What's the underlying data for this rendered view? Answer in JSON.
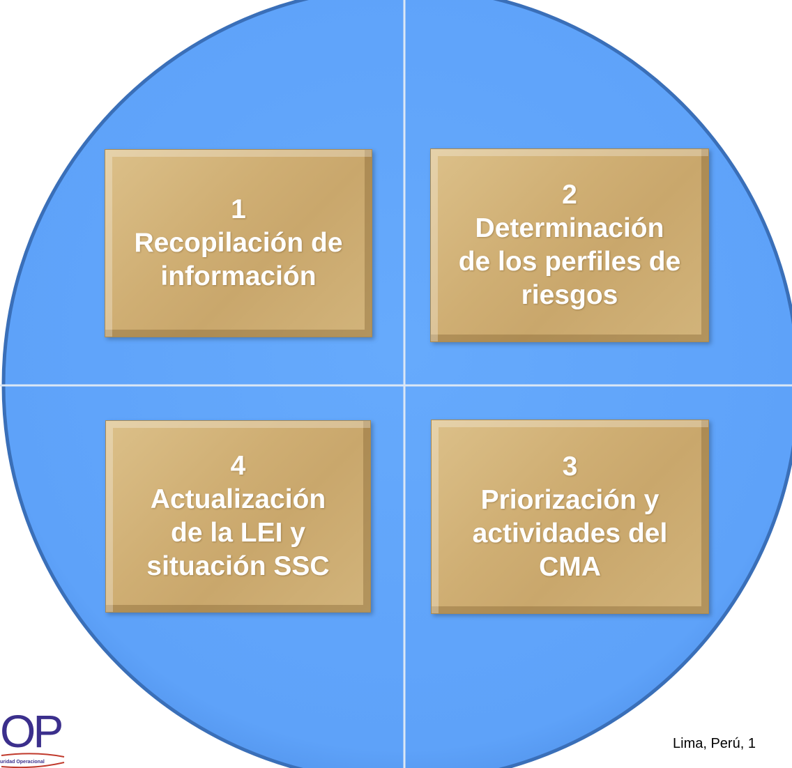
{
  "diagram": {
    "colors": {
      "circle_fill": "#62a5fb",
      "circle_edge": "#3a6fb8",
      "divider": "#dbe7f5",
      "box_fill": "#cfae73",
      "box_text": "#ffffff"
    },
    "boxes": [
      {
        "number": "1",
        "lines": [
          "Recopilación de",
          "información"
        ]
      },
      {
        "number": "2",
        "lines": [
          "Determinación",
          "de los perfiles de",
          "riesgos"
        ]
      },
      {
        "number": "4",
        "lines": [
          "Actualización",
          "de la LEI y",
          "situación SSC"
        ]
      },
      {
        "number": "3",
        "lines": [
          "Priorización y",
          "actividades del",
          "CMA"
        ]
      }
    ]
  },
  "logo": {
    "letters": "OP",
    "tagline": "uridad Operacional"
  },
  "footer": {
    "text": "Lima, Perú, 1"
  }
}
